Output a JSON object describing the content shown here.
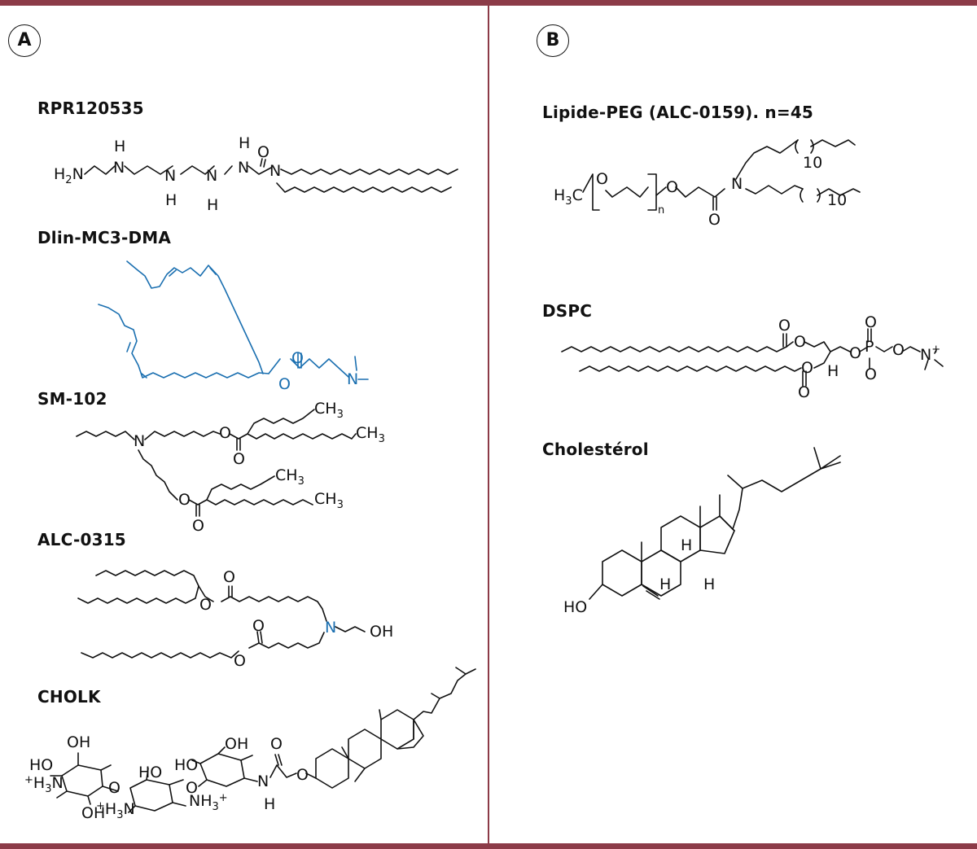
{
  "panels": {
    "a": {
      "badge": "A",
      "compounds": [
        {
          "name": "RPR120535"
        },
        {
          "name": "Dlin-MC3-DMA"
        },
        {
          "name": "SM-102"
        },
        {
          "name": "ALC-0315"
        },
        {
          "name": "CHOLK"
        }
      ]
    },
    "b": {
      "badge": "B",
      "compounds": [
        {
          "name": "Lipide-PEG (ALC-0159). n=45"
        },
        {
          "name": "DSPC"
        },
        {
          "name": "Cholestérol"
        }
      ]
    }
  },
  "atoms": {
    "H": "H",
    "N": "N",
    "O": "O",
    "P": "P",
    "OH": "OH",
    "HO": "HO",
    "H2N_main": "H",
    "H2N_sub": "2",
    "H2N_tail": "N",
    "CH3_main": "CH",
    "CH3_sub": "3",
    "H3C_main": "H",
    "H3C_sub": "3",
    "H3C_tail": "C",
    "n": "n",
    "ten": "10",
    "Nplus": "N",
    "plus": "+",
    "H3N_main": "H",
    "H3N_sub": "3",
    "H3N_tail": "N",
    "NH3_main": "NH",
    "NH3_sub": "3"
  },
  "colors": {
    "frame": "#8c3b48",
    "bond": "#111111",
    "highlight": "#1a6fb0"
  }
}
